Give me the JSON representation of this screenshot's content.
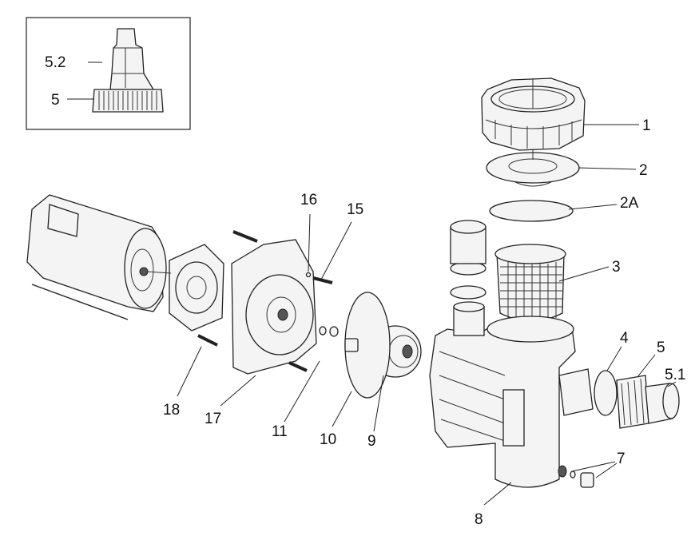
{
  "colors": {
    "line": "#222222",
    "background": "#ffffff",
    "fill": "#f4f4f4"
  },
  "callouts": [
    {
      "id": "5_2",
      "label": "5.2"
    },
    {
      "id": "5_inset",
      "label": "5"
    },
    {
      "id": "1",
      "label": "1"
    },
    {
      "id": "2",
      "label": "2"
    },
    {
      "id": "2A",
      "label": "2A"
    },
    {
      "id": "3",
      "label": "3"
    },
    {
      "id": "4",
      "label": "4"
    },
    {
      "id": "5",
      "label": "5"
    },
    {
      "id": "5_1",
      "label": "5.1"
    },
    {
      "id": "7",
      "label": "7"
    },
    {
      "id": "8",
      "label": "8"
    },
    {
      "id": "9",
      "label": "9"
    },
    {
      "id": "10",
      "label": "10"
    },
    {
      "id": "11",
      "label": "11"
    },
    {
      "id": "15",
      "label": "15"
    },
    {
      "id": "16",
      "label": "16"
    },
    {
      "id": "17",
      "label": "17"
    },
    {
      "id": "18",
      "label": "18"
    }
  ]
}
